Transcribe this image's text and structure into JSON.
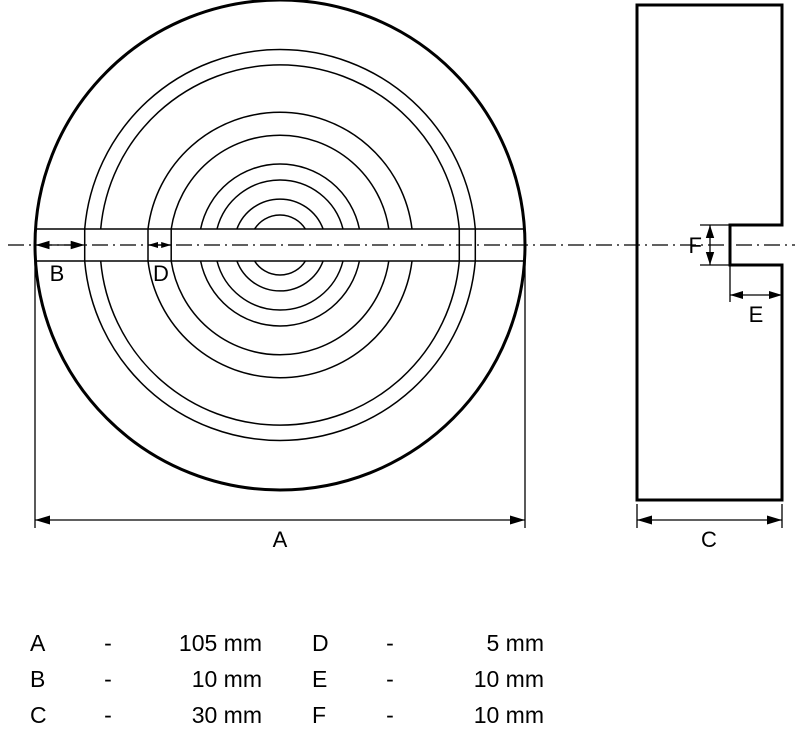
{
  "colors": {
    "line": "#000000",
    "background": "#ffffff"
  },
  "drawing_labels": {
    "a": "A",
    "b": "B",
    "c": "C",
    "d": "D",
    "e": "E",
    "f": "F"
  },
  "table": {
    "rows": [
      {
        "key": "A",
        "sep": "-",
        "value": "105 mm"
      },
      {
        "key": "B",
        "sep": "-",
        "value": "10 mm"
      },
      {
        "key": "C",
        "sep": "-",
        "value": "30 mm"
      },
      {
        "key": "D",
        "sep": "-",
        "value": "5 mm"
      },
      {
        "key": "E",
        "sep": "-",
        "value": "10 mm"
      },
      {
        "key": "F",
        "sep": "-",
        "value": "10 mm"
      }
    ]
  }
}
